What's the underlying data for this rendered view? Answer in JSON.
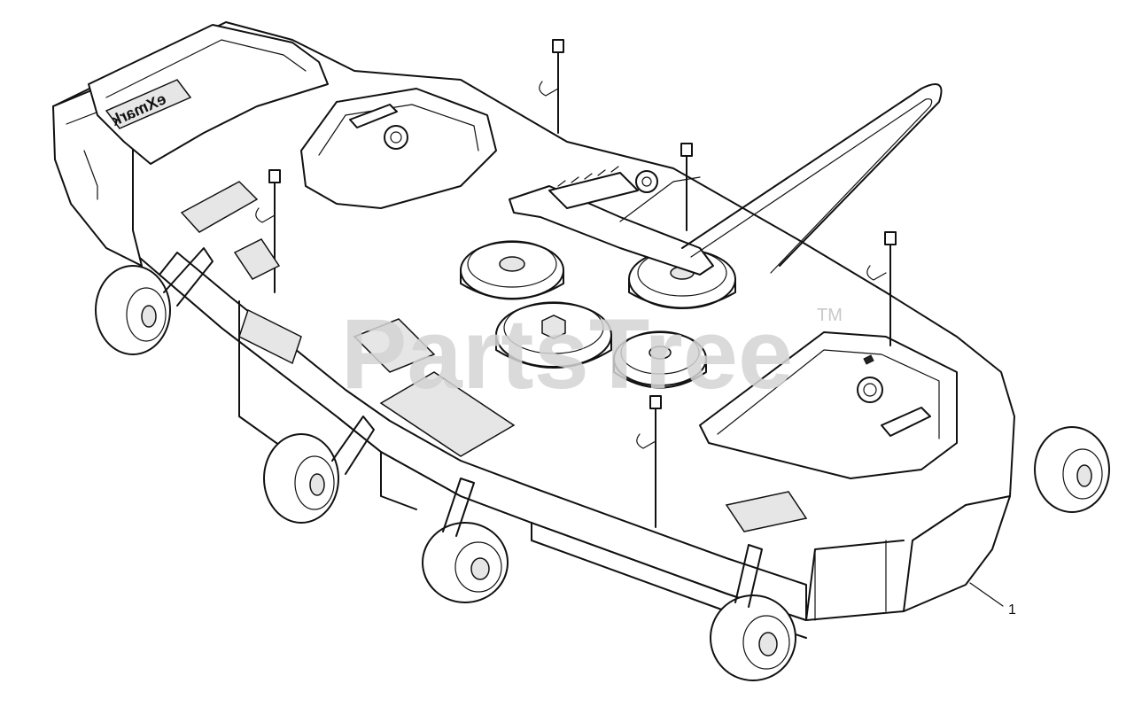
{
  "watermark": {
    "brand": "PartsTree",
    "trademark": "TM"
  },
  "brand_decal": {
    "text": "eXmark"
  },
  "callouts": [
    {
      "label": "1",
      "part": "mower-deck-housing"
    }
  ],
  "colors": {
    "line": "#111111",
    "watermark": "#d4d4d4",
    "background": "#ffffff"
  }
}
